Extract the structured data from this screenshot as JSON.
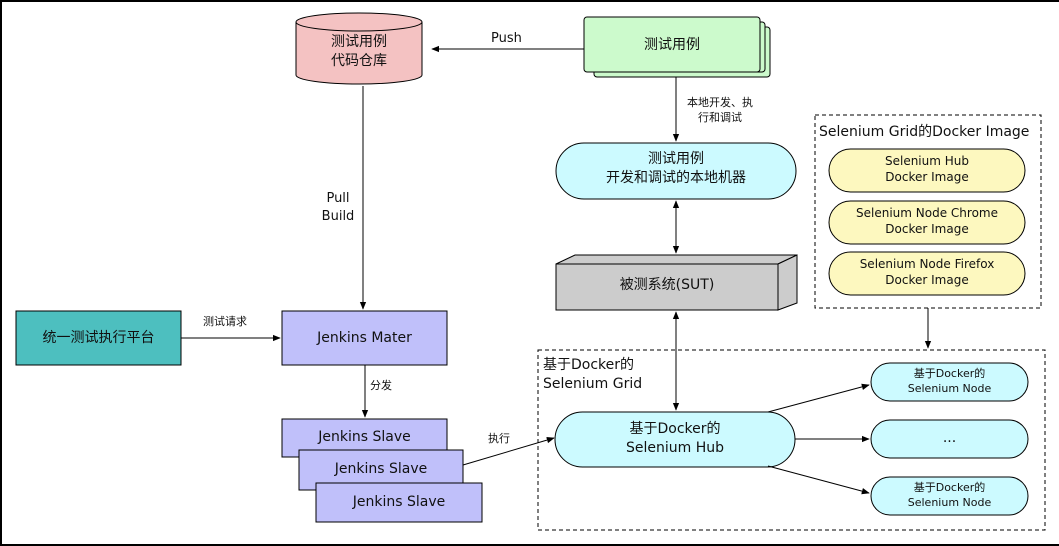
{
  "colors": {
    "repo_fill": "#f4c2c2",
    "testcase_fill": "#ccfacc",
    "local_fill": "#ccfaff",
    "sut_fill": "#cccccc",
    "image_fill": "#fdf8bf",
    "platform_fill": "#4dbfbf",
    "jenkins_fill": "#c0c0fa",
    "hub_fill": "#ccfaff",
    "node_fill": "#ccfaff",
    "stroke": "#000000"
  },
  "nodes": {
    "repo": {
      "line1": "测试用例",
      "line2": "代码仓库"
    },
    "testcases": {
      "label": "测试用例"
    },
    "local_machine": {
      "line1": "测试用例",
      "line2": "开发和调试的本地机器"
    },
    "sut": {
      "label": "被测系统(SUT)"
    },
    "platform": {
      "label": "统一测试执行平台"
    },
    "jenkins_master": {
      "label": "Jenkins Mater"
    },
    "jenkins_slaves": [
      "Jenkins Slave",
      "Jenkins Slave",
      "Jenkins Slave"
    ],
    "docker_images_group": {
      "title": "Selenium Grid的Docker Image",
      "items": [
        {
          "line1": "Selenium Hub",
          "line2": "Docker Image"
        },
        {
          "line1": "Selenium Node Chrome",
          "line2": "Docker Image"
        },
        {
          "line1": "Selenium Node Firefox",
          "line2": "Docker Image"
        }
      ]
    },
    "grid_group": {
      "title_line1": "基于Docker的",
      "title_line2": "Selenium Grid"
    },
    "hub": {
      "line1": "基于Docker的",
      "line2": "Selenium Hub"
    },
    "grid_nodes": [
      {
        "line1": "基于Docker的",
        "line2": "Selenium Node"
      },
      {
        "line1": "...",
        "line2": ""
      },
      {
        "line1": "基于Docker的",
        "line2": "Selenium Node"
      }
    ]
  },
  "edges": {
    "push": "Push",
    "pull_build_line1": "Pull",
    "pull_build_line2": "Build",
    "local_dev_line1": "本地开发、执",
    "local_dev_line2": "行和调试",
    "test_request": "测试请求",
    "distribute": "分发",
    "execute": "执行"
  }
}
